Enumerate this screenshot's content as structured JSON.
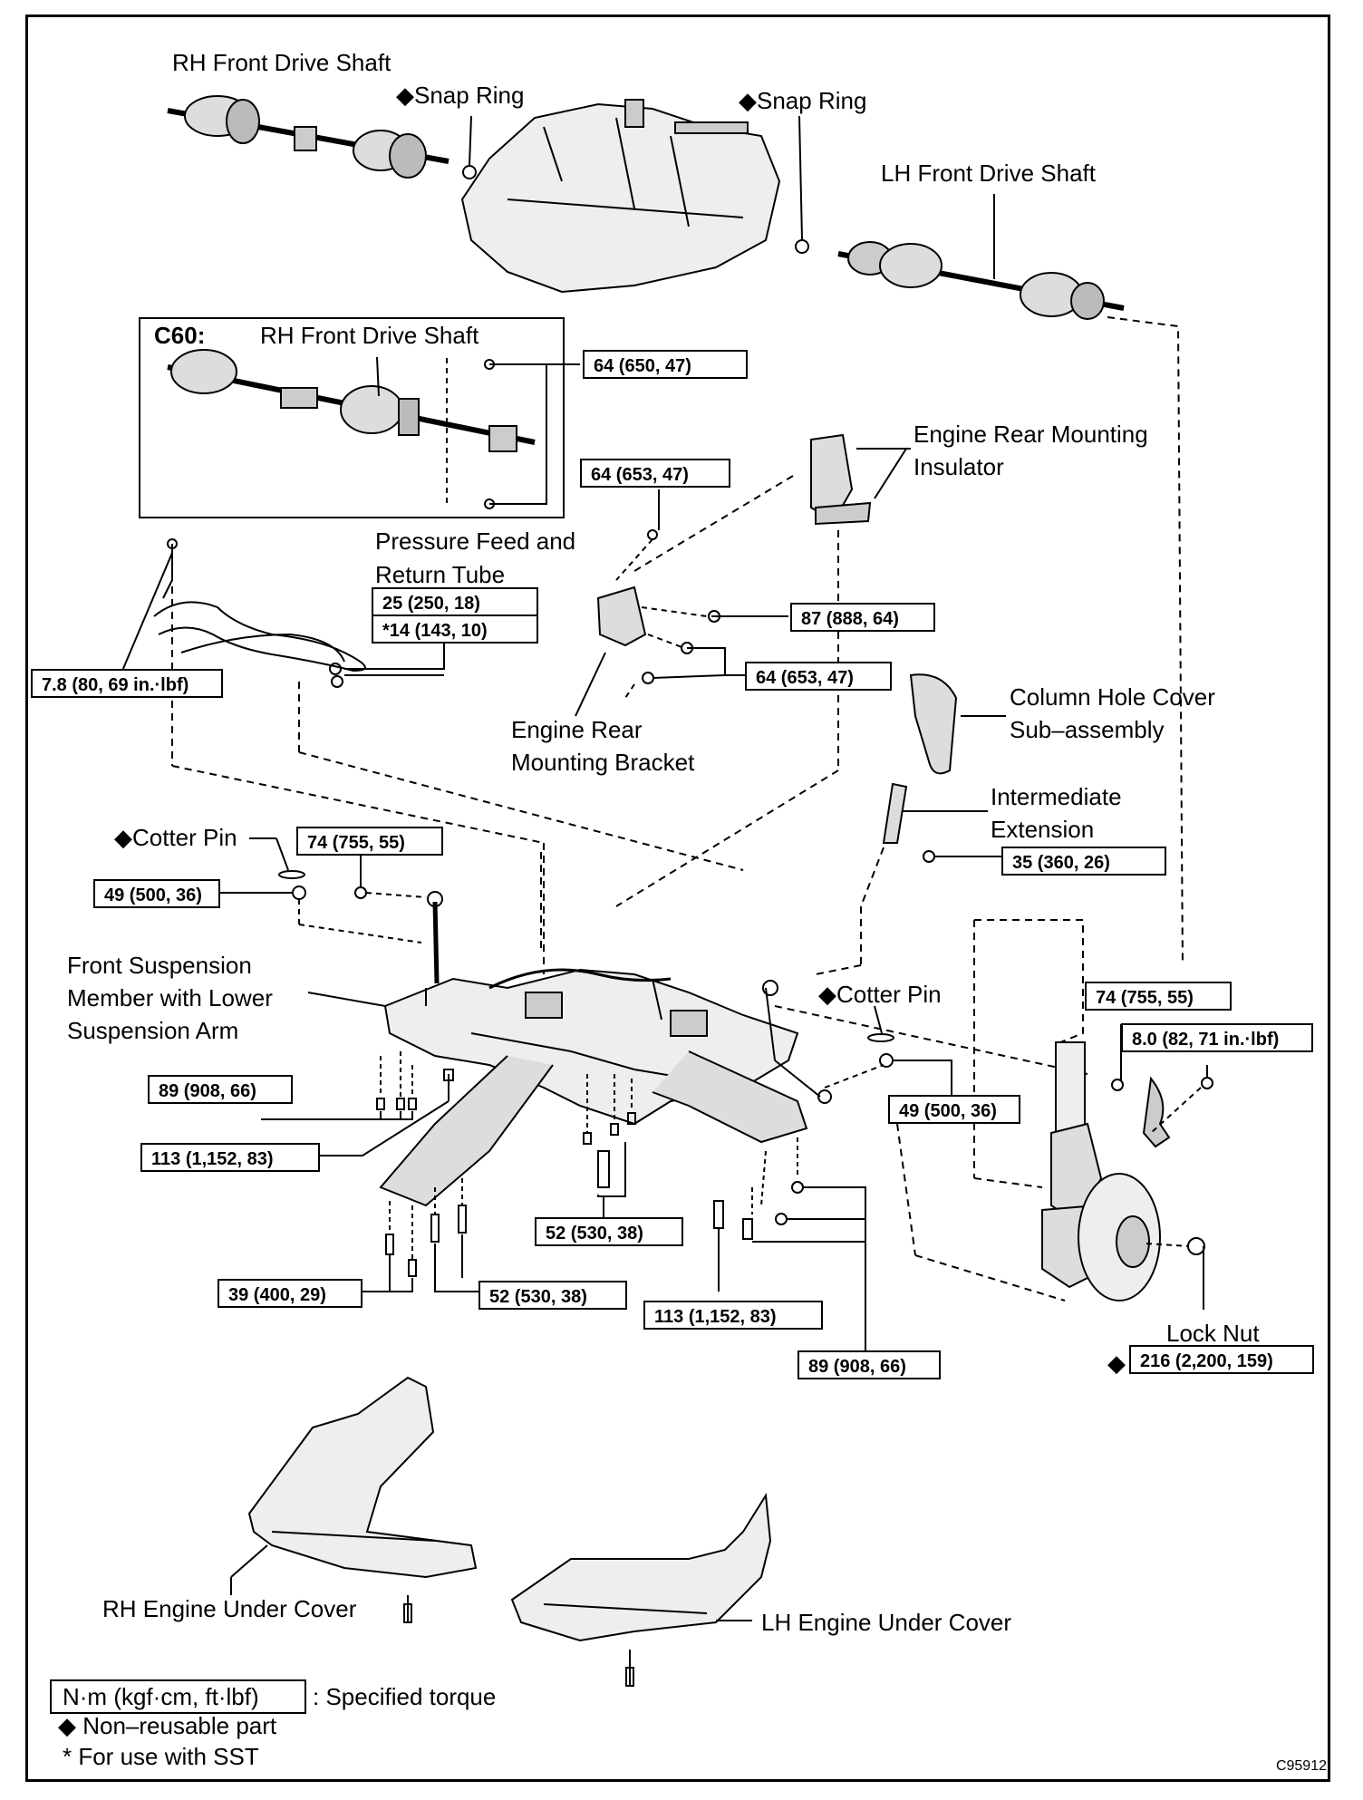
{
  "labels": {
    "rh_drive_shaft": "RH Front Drive Shaft",
    "snap_ring_1": "◆Snap Ring",
    "snap_ring_2": "◆Snap Ring",
    "lh_drive_shaft": "LH Front Drive Shaft",
    "c60_prefix": "C60:",
    "c60_rh_shaft": "RH Front Drive Shaft",
    "engine_rear_mounting_insulator_1": "Engine Rear Mounting",
    "engine_rear_mounting_insulator_2": "Insulator",
    "pressure_feed_1": "Pressure Feed and",
    "pressure_feed_2": "Return Tube",
    "engine_rear_bracket_1": "Engine Rear",
    "engine_rear_bracket_2": "Mounting Bracket",
    "column_hole_1": "Column Hole Cover",
    "column_hole_2": "Sub–assembly",
    "intermediate_1": "Intermediate",
    "intermediate_2": "Extension",
    "cotter_pin_1": "◆Cotter Pin",
    "cotter_pin_2": "◆Cotter Pin",
    "front_susp_1": "Front Suspension",
    "front_susp_2": "Member with Lower",
    "front_susp_3": "Suspension Arm",
    "lock_nut": "Lock Nut",
    "lock_nut_diamond": "◆",
    "rh_under_cover": "RH Engine Under Cover",
    "lh_under_cover": "LH Engine Under Cover",
    "figure_code": "C95912"
  },
  "torques": {
    "t1": "64 (650, 47)",
    "t2": "64 (653, 47)",
    "t3": "25 (250, 18)",
    "t3b": "*14 (143, 10)",
    "t4": "87 (888, 64)",
    "t5": "64 (653, 47)",
    "t6": "7.8 (80, 69 in.·lbf)",
    "t7": "74 (755, 55)",
    "t8": "49 (500, 36)",
    "t9": "35 (360, 26)",
    "t10": "74 (755, 55)",
    "t11": "8.0 (82, 71 in.·lbf)",
    "t12": "89 (908, 66)",
    "t13": "49 (500, 36)",
    "t14": "113 (1,152, 83)",
    "t15": "52 (530, 38)",
    "t16": "39 (400, 29)",
    "t17": "52 (530, 38)",
    "t18": "113 (1,152, 83)",
    "t19": "89 (908, 66)",
    "t20": "216 (2,200, 159)"
  },
  "legend": {
    "unit_box": "N·m (kgf·cm, ft·lbf)",
    "unit_desc": ": Specified torque",
    "non_reusable": "◆ Non–reusable part",
    "sst": "* For use with SST"
  }
}
